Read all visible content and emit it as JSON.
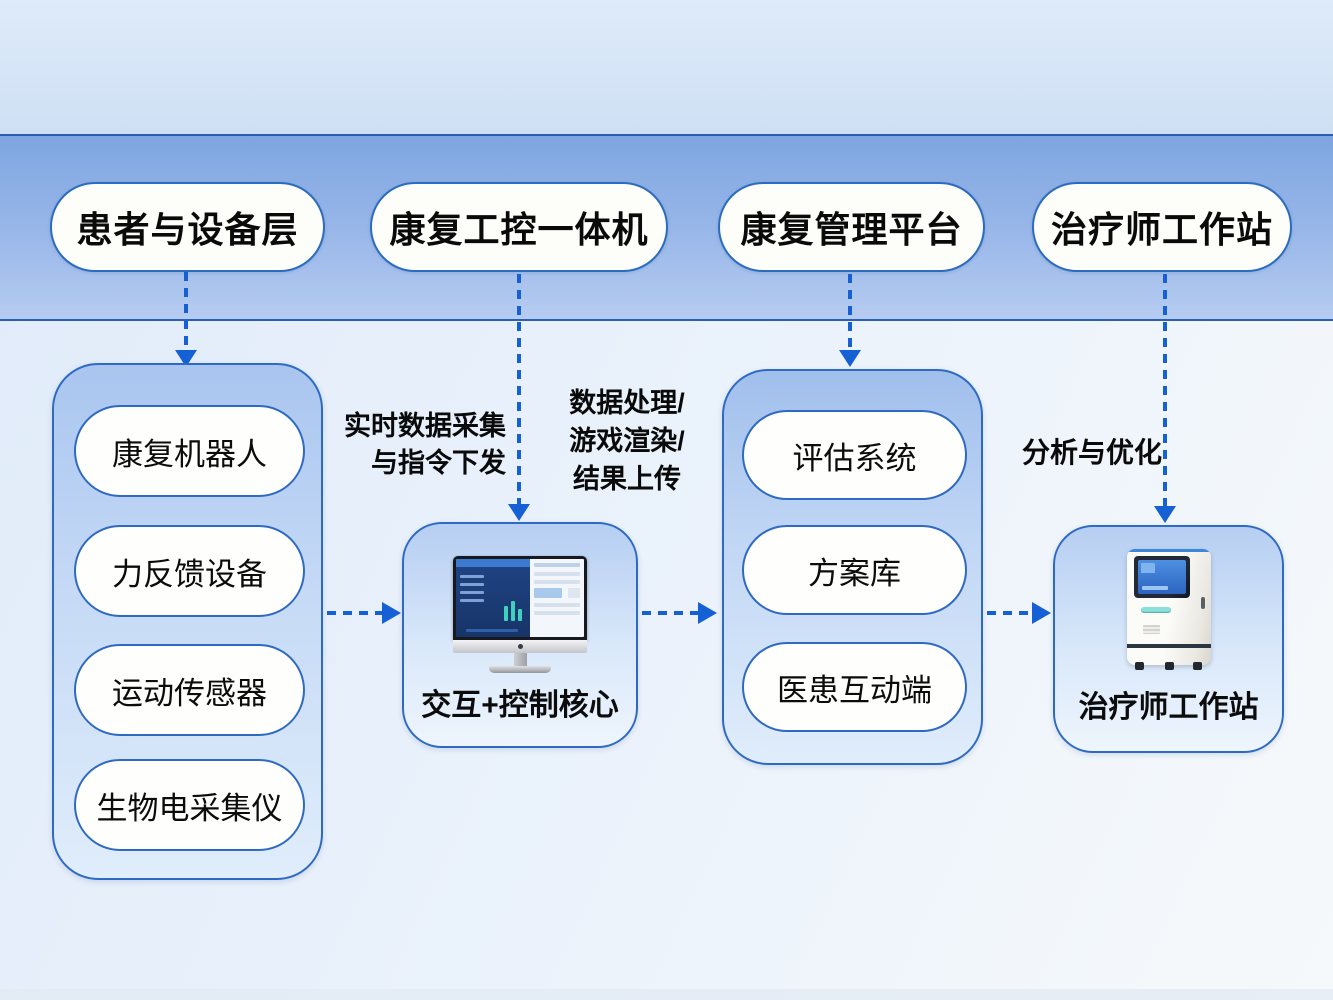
{
  "top_band": {
    "pills": [
      {
        "label": "患者与设备层"
      },
      {
        "label": "康复工控一体机"
      },
      {
        "label": "康复管理平台"
      },
      {
        "label": "治疗师工作站"
      }
    ]
  },
  "device_layer": {
    "items": [
      "康复机器人",
      "力反馈设备",
      "运动传感器",
      "生物电采集仪"
    ]
  },
  "control_core": {
    "label": "交互+控制核心",
    "icon": "imac-dashboard-monitor"
  },
  "management_platform": {
    "items": [
      "评估系统",
      "方案库",
      "医患互动端"
    ]
  },
  "therapist_station": {
    "label": "治疗师工作站",
    "icon": "medical-workstation-device"
  },
  "annotations": {
    "realtime": {
      "line1": "实时数据采集",
      "line2": "与指令下发"
    },
    "processing": {
      "line1": "数据处理/",
      "line2": "游戏渲染/",
      "line3": "结果上传"
    },
    "analysis": "分析与优化"
  },
  "colors": {
    "arrow_blue": "#1660d6",
    "border_blue": "#2e6ac2",
    "band_top": "#7ea5e1",
    "band_bottom": "#b6ccf1",
    "container_fill_top": "#a9c5ef",
    "container_fill_bottom": "#e0edfb",
    "pill_fill": "#fdfdfa",
    "text": "#0a0a0a"
  }
}
